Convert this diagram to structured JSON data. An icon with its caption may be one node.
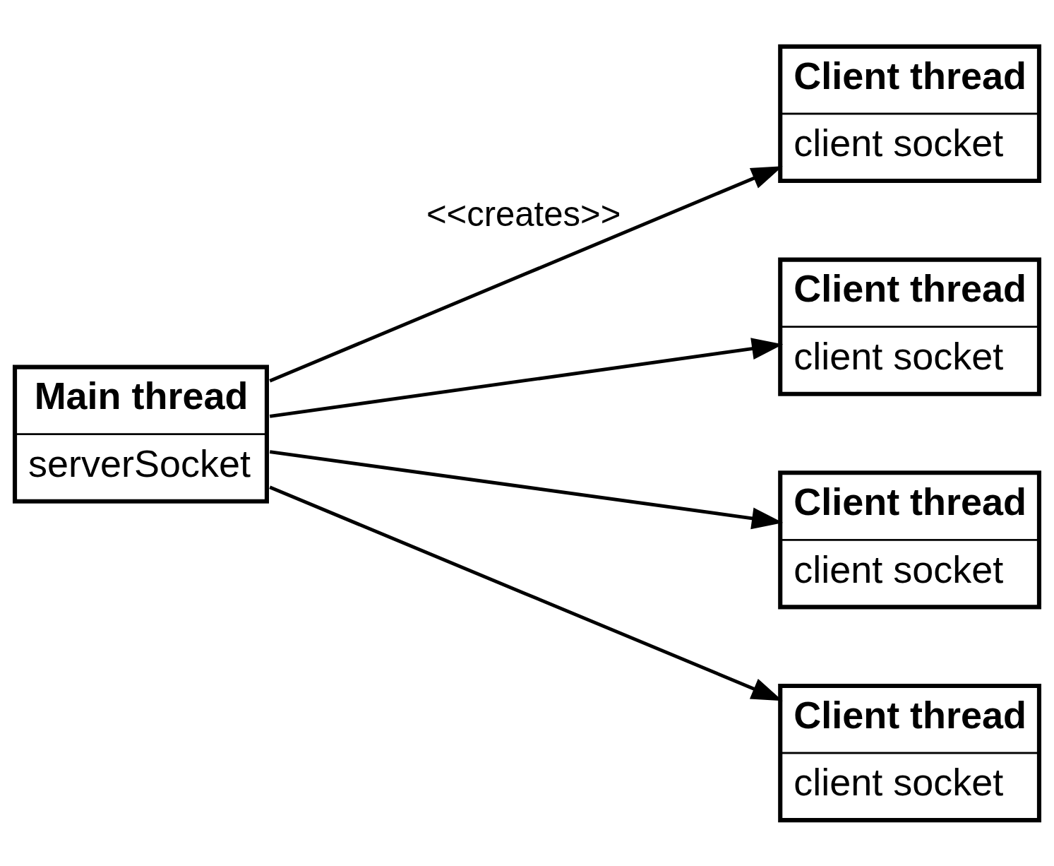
{
  "diagram": {
    "nodes": [
      {
        "text": [
          "Main thread",
          "serverSocket"
        ]
      },
      {
        "text": [
          "Client thread",
          "client socket"
        ]
      },
      {
        "text": [
          "Client thread",
          "client socket"
        ]
      },
      {
        "text": [
          "Client thread",
          "client socket"
        ]
      },
      {
        "text": [
          "Client thread",
          "client socket"
        ]
      }
    ],
    "edges": [
      {
        "from": 0,
        "to": 1,
        "arrow": "to",
        "label": "<<creates>>"
      },
      {
        "from": 0,
        "to": 2,
        "arrow": "to"
      },
      {
        "from": 0,
        "to": 3,
        "arrow": "to"
      },
      {
        "from": 0,
        "to": 4,
        "arrow": "to"
      }
    ]
  }
}
